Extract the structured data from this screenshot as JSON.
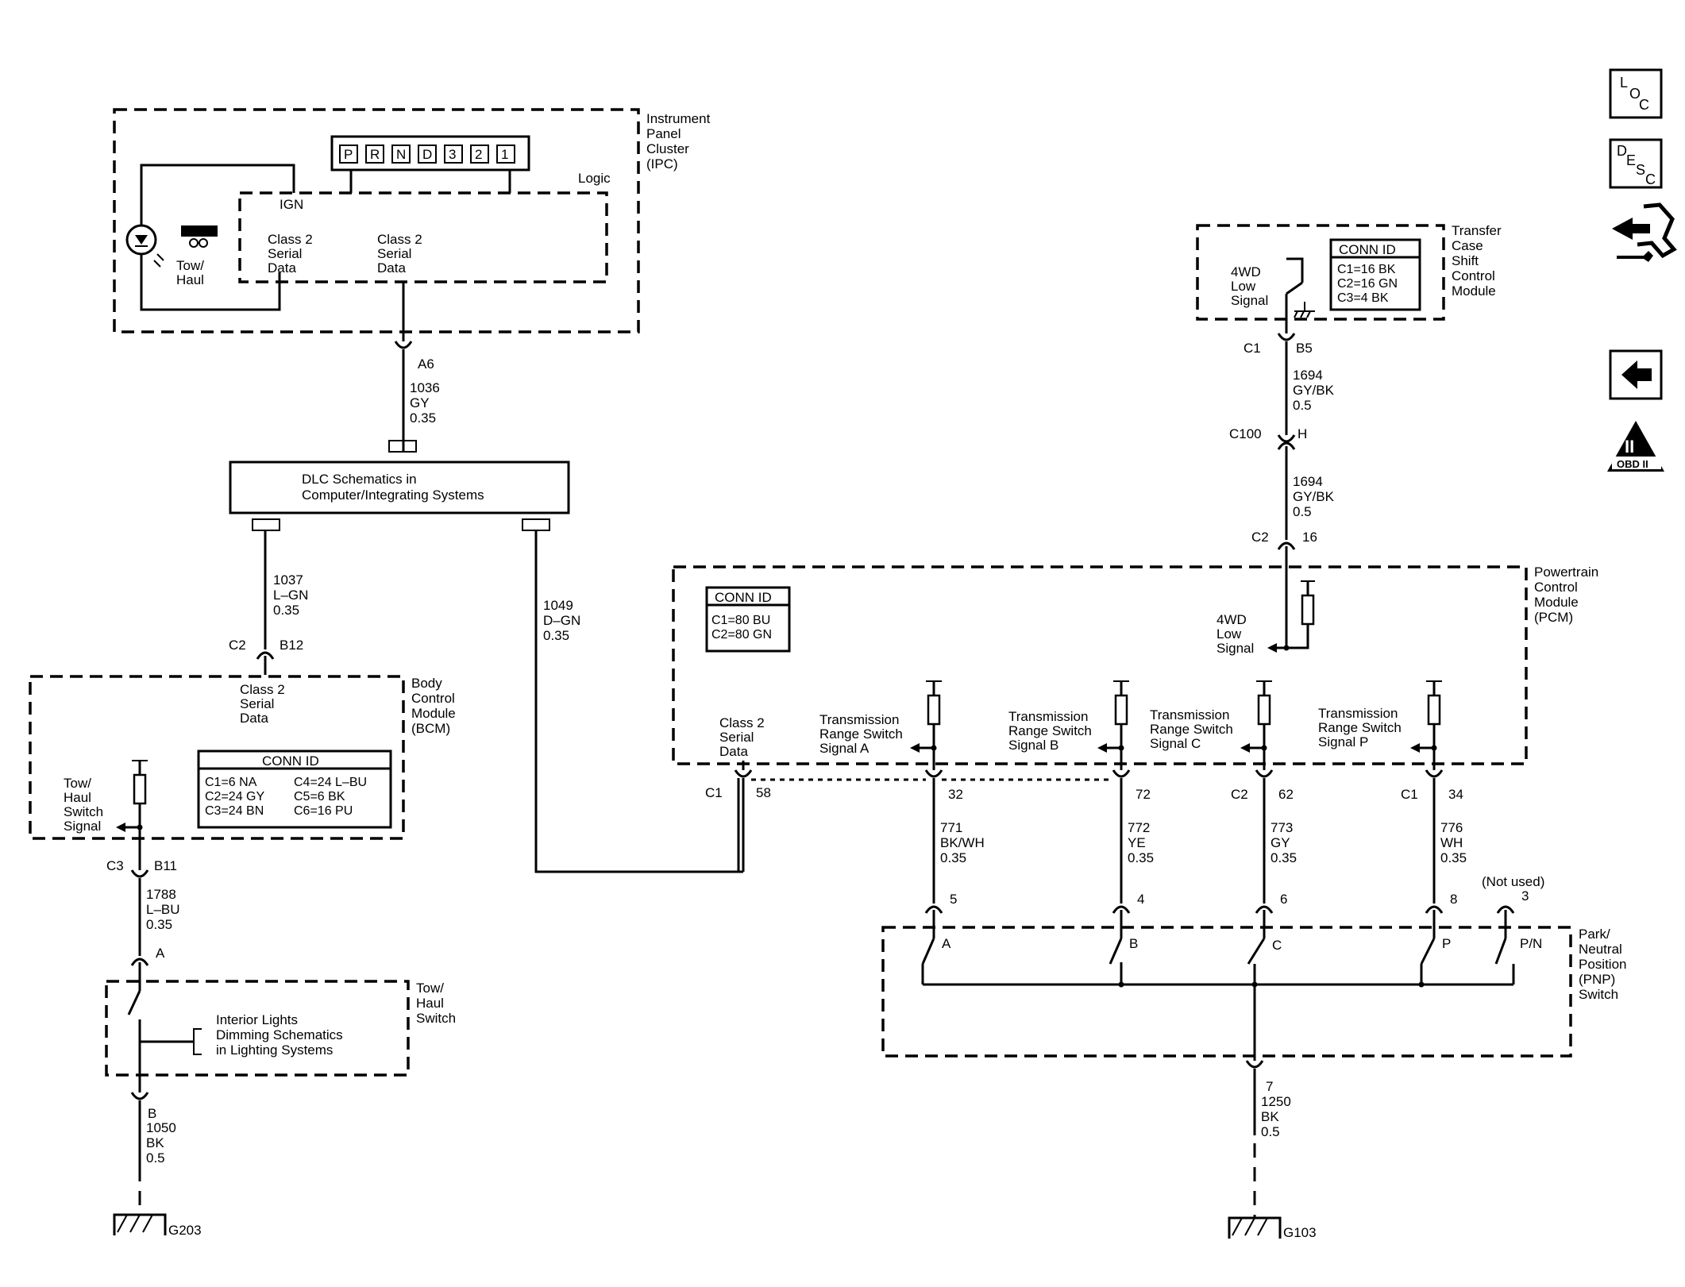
{
  "nav_icons": {
    "loc": [
      "L",
      "O",
      "C"
    ],
    "desc": [
      "D",
      "E",
      "S",
      "C"
    ],
    "obd_numeral": "II",
    "obd_label": "OBD II"
  },
  "ipc": {
    "title": [
      "Instrument",
      "Panel",
      "Cluster",
      "(IPC)"
    ],
    "prndl": [
      "P",
      "R",
      "N",
      "D",
      "3",
      "2",
      "1"
    ],
    "logic": "Logic",
    "ign": "IGN",
    "class2_left": [
      "Class 2",
      "Serial",
      "Data"
    ],
    "class2_right": [
      "Class 2",
      "Serial",
      "Data"
    ],
    "tow_haul": [
      "Tow/",
      "Haul"
    ],
    "connector": "A6",
    "wire": [
      "1036",
      "GY",
      "0.35"
    ]
  },
  "dlc": {
    "text": [
      "DLC Schematics in",
      "Computer/Integrating Systems"
    ],
    "wire_left": [
      "1037",
      "L–GN",
      "0.35"
    ],
    "wire_right": [
      "1049",
      "D–GN",
      "0.35"
    ]
  },
  "bcm": {
    "title": [
      "Body",
      "Control",
      "Module",
      "(BCM)"
    ],
    "conn_top": "C2",
    "pin_top": "B12",
    "class2": [
      "Class 2",
      "Serial",
      "Data"
    ],
    "tow_signal": [
      "Tow/",
      "Haul",
      "Switch",
      "Signal"
    ],
    "conn_id_title": "CONN ID",
    "conn_id_col1": [
      "C1=6 NA",
      "C2=24 GY",
      "C3=24 BN"
    ],
    "conn_id_col2": [
      "C4=24 L–BU",
      "C5=6 BK",
      "C6=16 PU"
    ],
    "conn_bottom": "C3",
    "pin_bottom": "B11",
    "wire": [
      "1788",
      "L–BU",
      "0.35"
    ]
  },
  "tow_switch": {
    "title": [
      "Tow/",
      "Haul",
      "Switch"
    ],
    "pin_in": "A",
    "interior": [
      "Interior Lights",
      "Dimming Schematics",
      "in Lighting Systems"
    ],
    "pin_out": "B",
    "wire": [
      "1050",
      "BK",
      "0.5"
    ],
    "ground": "G203"
  },
  "tcscm": {
    "title": [
      "Transfer",
      "Case",
      "Shift",
      "Control",
      "Module"
    ],
    "signal": [
      "4WD",
      "Low",
      "Signal"
    ],
    "conn_id_title": "CONN ID",
    "conn_id": [
      "C1=16 BK",
      "C2=16 GN",
      "C3=4 BK"
    ],
    "conn1": "C1",
    "pin1": "B5",
    "wire1": [
      "1694",
      "GY/BK",
      "0.5"
    ],
    "conn2": "C100",
    "pin2": "H",
    "wire2": [
      "1694",
      "GY/BK",
      "0.5"
    ],
    "conn3": "C2",
    "pin3": "16"
  },
  "pcm": {
    "title": [
      "Powertrain",
      "Control",
      "Module",
      "(PCM)"
    ],
    "conn_id_title": "CONN ID",
    "conn_id": [
      "C1=80 BU",
      "C2=80 GN"
    ],
    "signal_4wd": [
      "4WD",
      "Low",
      "Signal"
    ],
    "class2": [
      "Class 2",
      "Serial",
      "Data"
    ],
    "class2_conn": "C1",
    "class2_pin": "58",
    "signals": [
      {
        "label": [
          "Transmission",
          "Range Switch",
          "Signal A"
        ],
        "conn": "",
        "pin": "32",
        "wire": [
          "771",
          "BK/WH",
          "0.35"
        ],
        "sw_pin": "5",
        "sw_label": "A"
      },
      {
        "label": [
          "Transmission",
          "Range Switch",
          "Signal B"
        ],
        "conn": "",
        "pin": "72",
        "wire": [
          "772",
          "YE",
          "0.35"
        ],
        "sw_pin": "4",
        "sw_label": "B"
      },
      {
        "label": [
          "Transmission",
          "Range Switch",
          "Signal C"
        ],
        "conn": "C2",
        "pin": "62",
        "wire": [
          "773",
          "GY",
          "0.35"
        ],
        "sw_pin": "6",
        "sw_label": "C"
      },
      {
        "label": [
          "Transmission",
          "Range Switch",
          "Signal P"
        ],
        "conn": "C1",
        "pin": "34",
        "wire": [
          "776",
          "WH",
          "0.35"
        ],
        "sw_pin": "8",
        "sw_label": "P"
      }
    ]
  },
  "pnp": {
    "title": [
      "Park/",
      "Neutral",
      "Position",
      "(PNP)",
      "Switch"
    ],
    "not_used": "(Not used)",
    "pn_pin": "3",
    "pn_label": "P/N",
    "out_pin": "7",
    "wire": [
      "1250",
      "BK",
      "0.5"
    ],
    "ground": "G103"
  }
}
